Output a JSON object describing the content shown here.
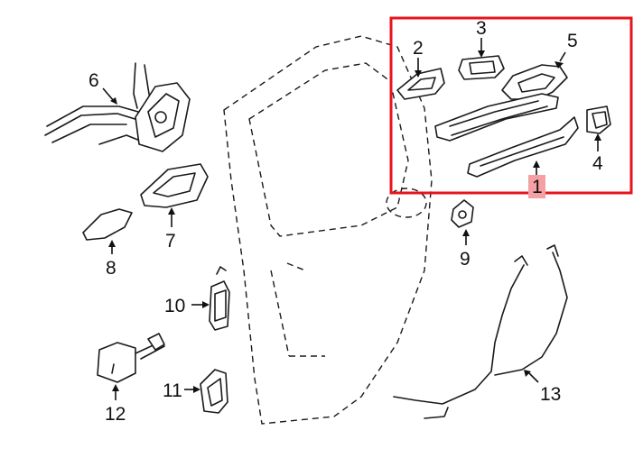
{
  "colors": {
    "highlight_box": "#e8141c",
    "highlight_label_bg": "#f4a0a4",
    "line": "#1a1a1a"
  },
  "labels": {
    "p1": "1",
    "p2": "2",
    "p3": "3",
    "p4": "4",
    "p5": "5",
    "p6": "6",
    "p7": "7",
    "p8": "8",
    "p9": "9",
    "p10": "10",
    "p11": "11",
    "p12": "12",
    "p13": "13"
  }
}
